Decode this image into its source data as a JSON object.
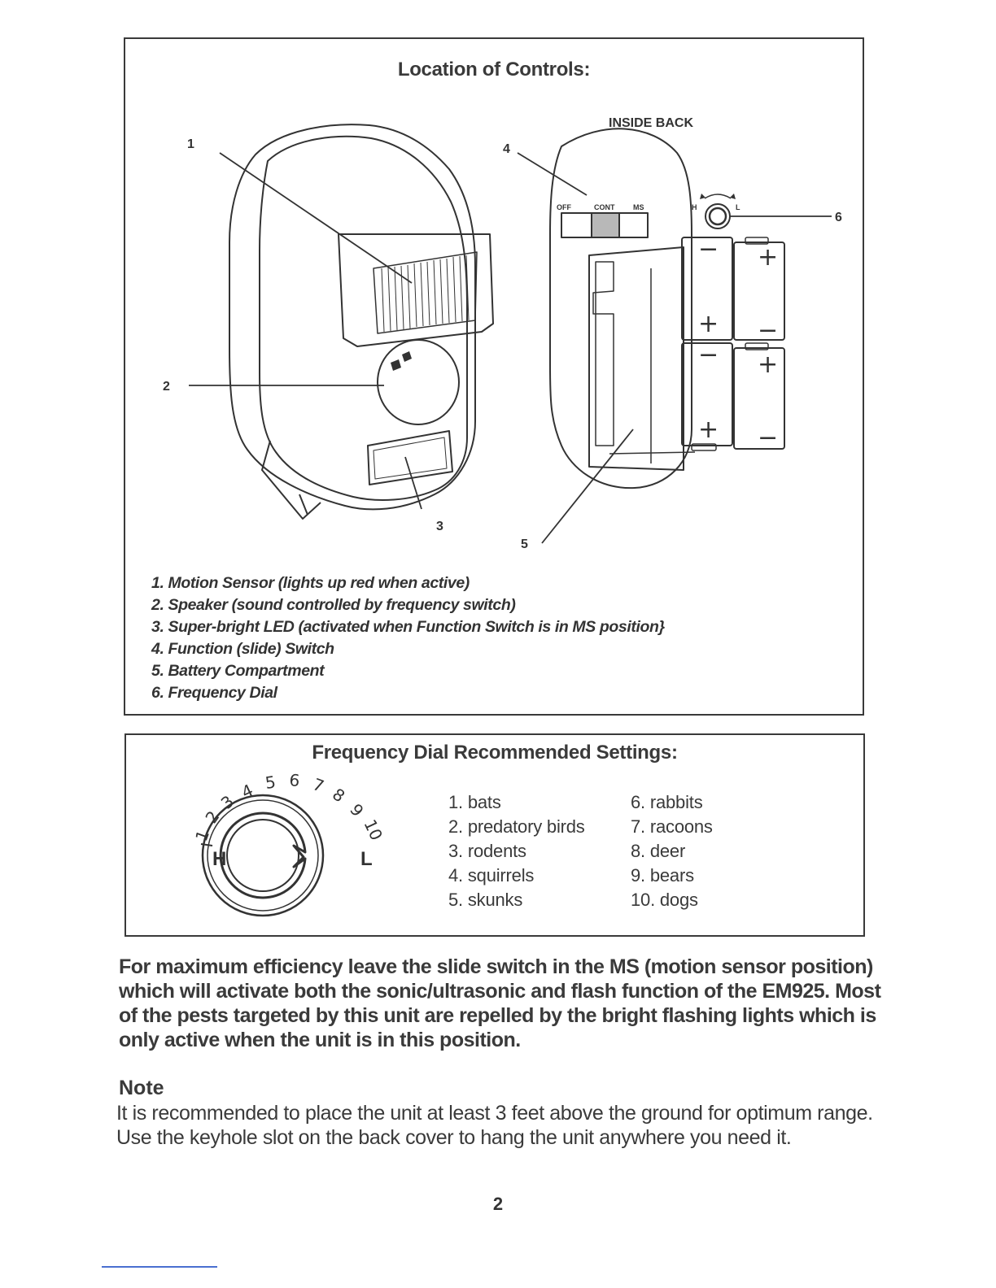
{
  "controls": {
    "title": "Location of Controls:",
    "inside_back_label": "INSIDE BACK",
    "callouts": [
      "1",
      "2",
      "3",
      "4",
      "5",
      "6"
    ],
    "switch_positions": [
      "OFF",
      "CONT",
      "MS"
    ],
    "dial_ends": [
      "H",
      "L"
    ],
    "battery_signs": [
      "+",
      "−"
    ],
    "legend": [
      "1. Motion Sensor (lights up red when active)",
      "2. Speaker (sound controlled by frequency switch)",
      "3. Super-bright LED (activated when Function Switch is in MS position}",
      "4. Function (slide) Switch",
      "5. Battery Compartment",
      "6. Frequency Dial"
    ]
  },
  "frequency": {
    "title": "Frequency Dial Recommended Settings:",
    "dial_numbers": [
      "1",
      "2",
      "3",
      "4",
      "5",
      "6",
      "7",
      "8",
      "9",
      "10"
    ],
    "dial_ends": [
      "H",
      "L"
    ],
    "settings_left": [
      "1. bats",
      "2. predatory birds",
      "3. rodents",
      "4. squirrels",
      "5. skunks"
    ],
    "settings_right": [
      "6.  rabbits",
      "7.  racoons",
      "8.  deer",
      "9.  bears",
      "10. dogs"
    ]
  },
  "efficiency_text": "For maximum efficiency leave the slide switch in the MS (motion sensor position) which will activate both the sonic/ultrasonic and flash function of the EM925. Most of the pests targeted by this unit are repelled by the bright flashing lights which is only active when the unit is in this position.",
  "note": {
    "heading": "Note",
    "text": "It is recommended to place the unit at least 3 feet above the ground for optimum range. Use the keyhole slot on the back cover to hang the unit anywhere you need it."
  },
  "page_number": "2",
  "colors": {
    "ink": "#333333",
    "switch_fill": "#b8b8b8",
    "footer_rule": "#4a6fd0"
  }
}
